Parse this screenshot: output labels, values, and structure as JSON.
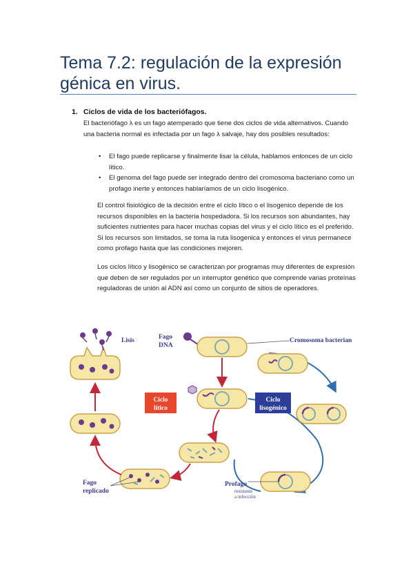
{
  "title": "Tema 7.2: regulación de la expresión génica en virus.",
  "section": {
    "number": "1.",
    "heading": "Ciclos de vida de los bacteriófagos."
  },
  "paragraph1": "El bacteriófago λ es un fago atemperado que tiene dos ciclos de vida alternativos. Cuando una bacteria normal es infectada por un fago λ salvaje, hay dos posibles resultados:",
  "bullets": [
    "El fago puede replicarse y finalmente lisar la célula, hablamos entonces de un ciclo lítico.",
    "El genoma del fago puede ser integrado dentro del cromosoma bacteriano como un profago inerte y entonces hablaríamos de un ciclo lisogénico."
  ],
  "paragraph2": "El control fisiológico de la decisión entre el ciclo lítico o el lisogenico depende de los recursos disponibles en la bacteria hospedadora. Si los recursos son abundantes, hay suficientes nutrientes para hacer muchas copias del virus y el ciclo lítico es el preferido. Si los recursos son limitados, se toma la ruta lisogenica y entonces el virus permanece como profago hasta que las condiciones mejoren.",
  "paragraph3": "Los ciclos lítico y lisogénico se caracterizan por programas muy diferentes de expresión que deben de ser regulados por un interruptor genético que comprende varias proteínas reguladoras de unión al ADN así como un conjunto de sitios de operadores.",
  "diagram": {
    "lisis": "Lisis",
    "fago_dna_1": "Fago",
    "fago_dna_2": "DNA",
    "cromosoma": "Cromosoma bacteriano",
    "ciclo_litico_1": "Ciclo",
    "ciclo_litico_2": "lítico",
    "ciclo_lisogenico_1": "Ciclo",
    "ciclo_lisogenico_2": "lisogénico",
    "fago_replicado_1": "Fago",
    "fago_replicado_2": "replicado",
    "profago": "Profago",
    "resistente_1": "resistente",
    "resistente_2": "a infección",
    "colors": {
      "cell_fill": "#f6e7a6",
      "cell_stroke": "#c9a14a",
      "chromosome": "#7fa8b0",
      "lytic_arrow": "#c0283a",
      "lysogenic_arrow": "#2f6fb0",
      "lytic_box": "#e8472b",
      "lysogenic_box": "#2c3e9a",
      "phage": "#6b3a8e"
    }
  }
}
